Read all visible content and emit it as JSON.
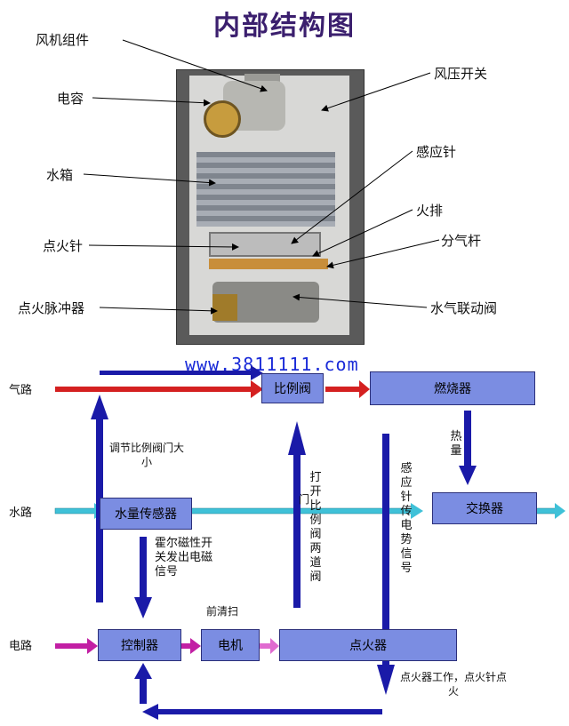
{
  "title": "内部结构图",
  "watermark": "www.3811111.com",
  "photo_labels": {
    "fan_assembly": "风机组件",
    "capacitor": "电容",
    "water_tank": "水箱",
    "igniter_needle": "点火针",
    "pulse_igniter": "点火脉冲器",
    "air_pressure_switch": "风压开关",
    "sensing_needle": "感应针",
    "burner_row": "火排",
    "gas_manifold": "分气杆",
    "water_gas_valve": "水气联动阀"
  },
  "flow": {
    "rows": {
      "gas": "气路",
      "water": "水路",
      "electric": "电路"
    },
    "boxes": {
      "proportional_valve": "比例阀",
      "combustor": "燃烧器",
      "water_sensor": "水量传感器",
      "exchanger": "交换器",
      "controller": "控制器",
      "motor": "电机",
      "igniter": "点火器"
    },
    "notes": {
      "adjust_valve": "调节比例阀门大小",
      "heat": "热量",
      "open_valve": "打开比例阀两道阀",
      "men": "门",
      "sensing_signal": "感应针传电势信号",
      "hall_signal": "霍尔磁性开关发出电磁信号",
      "pre_purge": "前清扫",
      "igniter_work": "点火器工作，点火针点火"
    }
  },
  "colors": {
    "title": "#3b1f6e",
    "box_fill": "#7b8de2",
    "gas_arrow": "#d42020",
    "water_arrow": "#3fc1d8",
    "electric_arrow": "#c21fa4",
    "flow_arrow": "#1a1aa8"
  }
}
